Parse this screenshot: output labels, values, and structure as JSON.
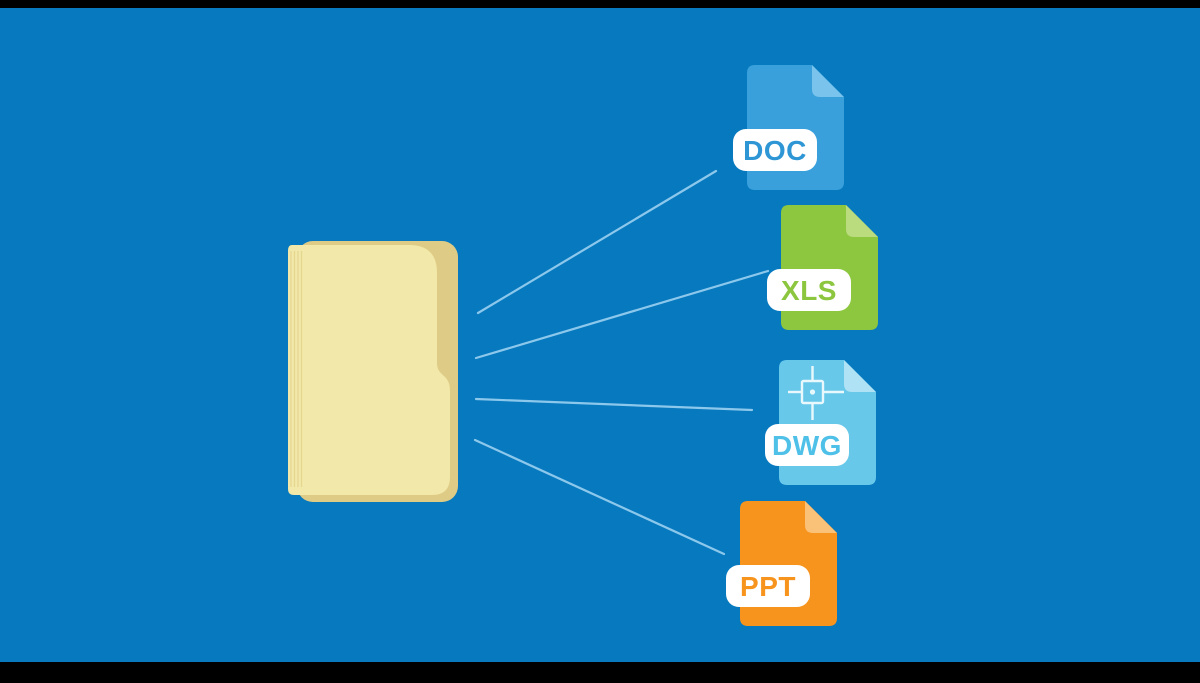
{
  "scene": {
    "description": "Folder fanning out to multiple file format icons",
    "background_color": "#0779BE",
    "letterbox_color": "#000000",
    "connector_line_color": "#8CC8EC"
  },
  "folder": {
    "name": "manila-folder",
    "front_color": "#F2E8A9",
    "back_color": "#DECC86",
    "crease_color": "#E4D58F"
  },
  "file_types": [
    {
      "label": "DOC",
      "body_color": "#3AA0DC",
      "fold_color": "#79C3EC",
      "text_color": "#2E96D5",
      "badge_color": "#FFFFFF"
    },
    {
      "label": "XLS",
      "body_color": "#8DC63F",
      "fold_color": "#BBDC7E",
      "text_color": "#8CC63F",
      "badge_color": "#FFFFFF"
    },
    {
      "label": "DWG",
      "body_color": "#67C8EA",
      "fold_color": "#AFE2F4",
      "text_color": "#4FC0E8",
      "badge_color": "#FFFFFF",
      "symbol": "cad-crosshair",
      "symbol_color": "#E9F8FD"
    },
    {
      "label": "PPT",
      "body_color": "#F7941D",
      "fold_color": "#FAC178",
      "text_color": "#F7941D",
      "badge_color": "#FFFFFF"
    }
  ]
}
